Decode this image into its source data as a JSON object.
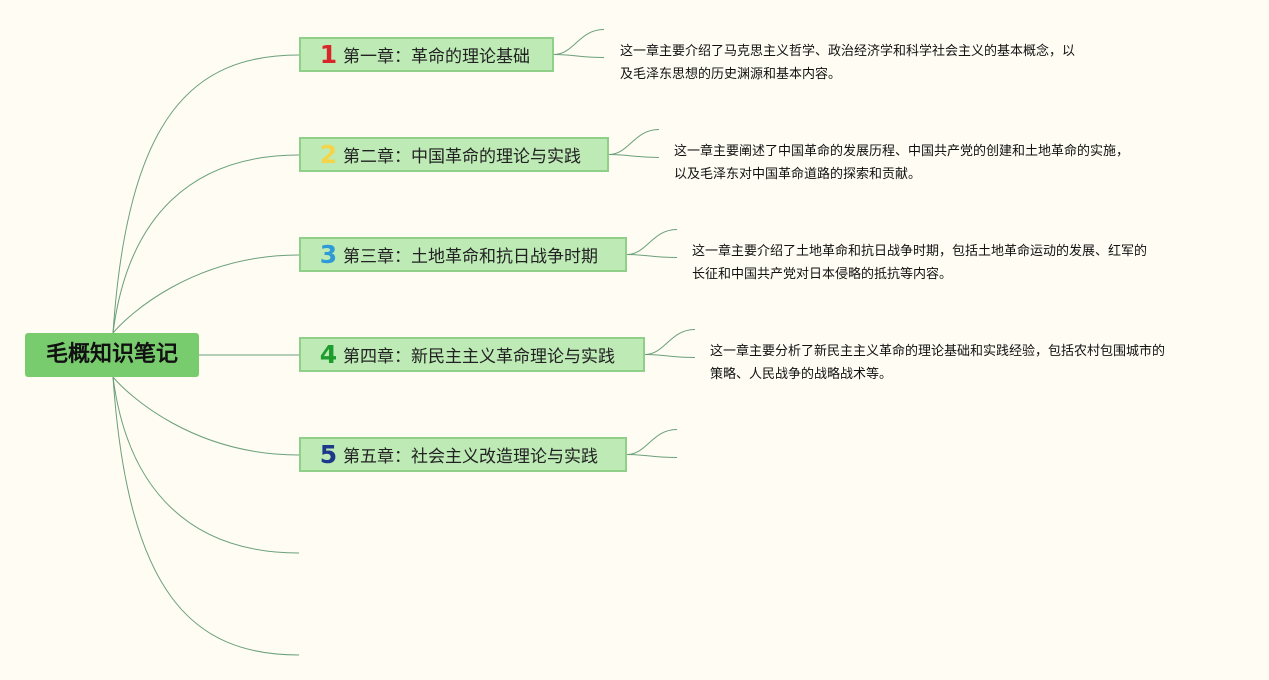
{
  "root": {
    "title": "毛概知识笔记"
  },
  "chapters": [
    {
      "number": "1",
      "number_color": "#d8262b",
      "title": "第一章：革命的理论基础",
      "summary": [
        "这一章主要介绍了马克思主义哲学、政治经济学和科学社会主义的基本概念，以",
        "及毛泽东思想的历史渊源和基本内容。"
      ]
    },
    {
      "number": "2",
      "number_color": "#f6d44a",
      "title": "第二章：中国革命的理论与实践",
      "summary": [
        "这一章主要阐述了中国革命的发展历程、中国共产党的创建和土地革命的实施，",
        "以及毛泽东对中国革命道路的探索和贡献。"
      ]
    },
    {
      "number": "3",
      "number_color": "#2e9ad6",
      "title": "第三章：土地革命和抗日战争时期",
      "summary": [
        "这一章主要介绍了土地革命和抗日战争时期，包括土地革命运动的发展、红军的",
        "长征和中国共产党对日本侵略的抵抗等内容。"
      ]
    },
    {
      "number": "4",
      "number_color": "#1f9c2f",
      "title": "第四章：新民主主义革命理论与实践",
      "summary": [
        "这一章主要分析了新民主主义革命的理论基础和实践经验，包括农村包围城市的",
        "策略、人民战争的战略战术等。"
      ]
    },
    {
      "number": "5",
      "number_color": "#1d3a8a",
      "title": "第五章：社会主义改造理论与实践",
      "summary": []
    }
  ],
  "colors": {
    "background": "#fffcf3",
    "root_fill": "#79cc6e",
    "branch_fill": "#bdeab5",
    "branch_border": "#8fcf88",
    "connector": "#6aa07a"
  }
}
